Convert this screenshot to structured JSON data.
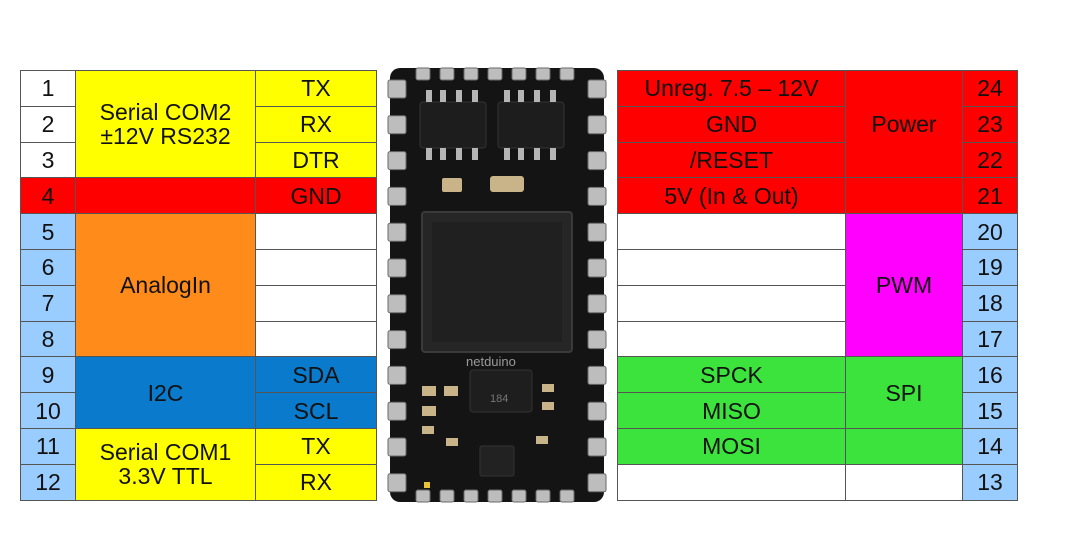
{
  "colors": {
    "white": "#ffffff",
    "yellow": "#ffff00",
    "red": "#ff0000",
    "light_blue": "#99ccff",
    "orange": "#ff8c1a",
    "blue": "#0a7bcc",
    "magenta": "#ff00ff",
    "green": "#3de33d",
    "board": "#141414"
  },
  "left": {
    "pins": [
      "1",
      "2",
      "3",
      "4",
      "5",
      "6",
      "7",
      "8",
      "9",
      "10",
      "11",
      "12"
    ],
    "groups": {
      "com2": "Serial COM2\n±12V RS232",
      "analog": "AnalogIn",
      "i2c": "I2C",
      "com1": "Serial COM1\n3.3V TTL"
    },
    "signals": {
      "tx2": "TX",
      "rx2": "RX",
      "dtr": "DTR",
      "gnd": "GND",
      "sda": "SDA",
      "scl": "SCL",
      "tx1": "TX",
      "rx1": "RX"
    }
  },
  "right": {
    "pins": [
      "24",
      "23",
      "22",
      "21",
      "20",
      "19",
      "18",
      "17",
      "16",
      "15",
      "14",
      "13"
    ],
    "signals": {
      "vin": "Unreg. 7.5 – 12V",
      "gnd": "GND",
      "reset": "/RESET",
      "v5": "5V (In & Out)",
      "spck": "SPCK",
      "miso": "MISO",
      "mosi": "MOSI"
    },
    "groups": {
      "power": "Power",
      "pwm": "PWM",
      "spi": "SPI"
    }
  },
  "board": {
    "silkscreen": "netduino",
    "chip_text": "184"
  }
}
